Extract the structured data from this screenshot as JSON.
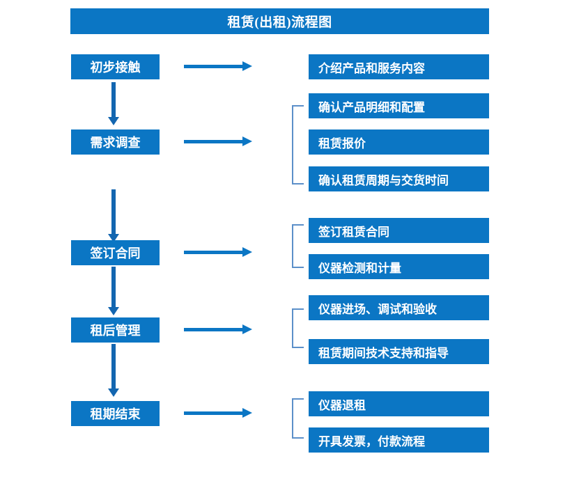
{
  "diagram": {
    "title": "租赁(出租)流程图",
    "colors": {
      "box_blue": "#0b76c4",
      "arrow_blue": "#1366b0",
      "bracket_blue": "#5b8fc9",
      "text_white": "#ffffff",
      "background": "#ffffff"
    },
    "stages": [
      {
        "label": "初步接触",
        "details": [
          "介绍产品和服务内容"
        ],
        "bracket": false
      },
      {
        "label": "需求调查",
        "details": [
          "确认产品明细和配置",
          "租赁报价",
          "确认租赁周期与交货时间"
        ],
        "bracket": true
      },
      {
        "label": "签订合同",
        "details": [
          "签订租赁合同",
          "仪器检测和计量"
        ],
        "bracket": true
      },
      {
        "label": "租后管理",
        "details": [
          "仪器进场、调试和验收",
          "租赁期间技术支持和指导"
        ],
        "bracket": true
      },
      {
        "label": "租期结束",
        "details": [
          "仪器退租",
          "开具发票，付款流程"
        ],
        "bracket": true
      }
    ],
    "connectors": {
      "stage_to_detail_arrow": "arrow-right",
      "stage_to_stage_arrow": "arrow-down",
      "group_marker": "bracket-left"
    }
  }
}
